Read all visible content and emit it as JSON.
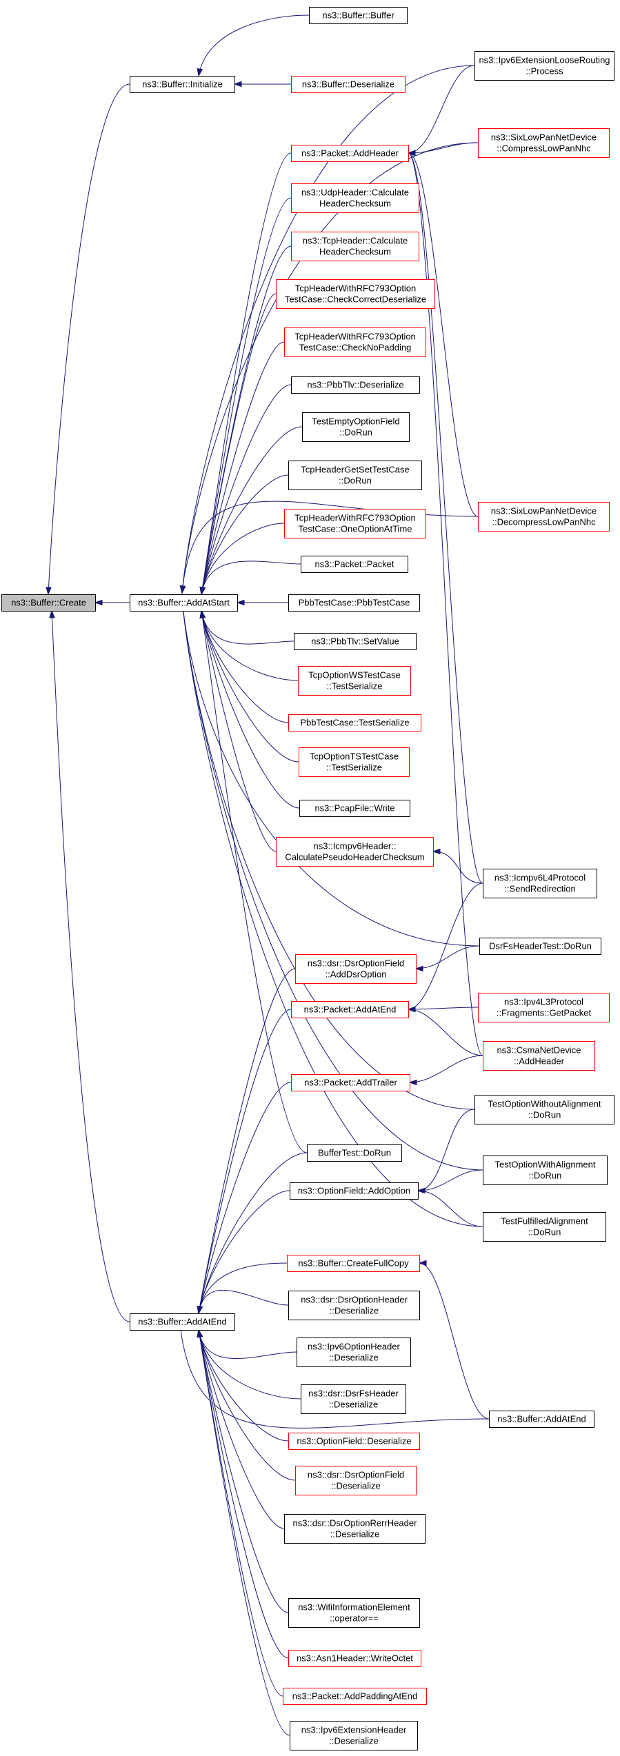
{
  "colors": {
    "edge": "#191970",
    "root_fill": "#bfbfbf",
    "normal_border": "#000000",
    "link_border": "#ff0000"
  },
  "nodes": {
    "create": {
      "lines": [
        "ns3::Buffer::Create"
      ],
      "style": "root"
    },
    "initialize": {
      "lines": [
        "ns3::Buffer::Initialize"
      ],
      "style": "normal"
    },
    "addatstart": {
      "lines": [
        "ns3::Buffer::AddAtStart"
      ],
      "style": "normal"
    },
    "addatend": {
      "lines": [
        "ns3::Buffer::AddAtEnd"
      ],
      "style": "normal"
    },
    "buffer_ctor": {
      "lines": [
        "ns3::Buffer::Buffer"
      ],
      "style": "normal"
    },
    "buffer_deserialize": {
      "lines": [
        "ns3::Buffer::Deserialize"
      ],
      "style": "link"
    },
    "packet_addheader": {
      "lines": [
        "ns3::Packet::AddHeader"
      ],
      "style": "link"
    },
    "udp_checksum": {
      "lines": [
        "ns3::UdpHeader::Calculate",
        "HeaderChecksum"
      ],
      "style": "link"
    },
    "tcp_checksum": {
      "lines": [
        "ns3::TcpHeader::Calculate",
        "HeaderChecksum"
      ],
      "style": "link"
    },
    "rfc_correct": {
      "lines": [
        "TcpHeaderWithRFC793Option",
        "TestCase::CheckCorrectDeserialize"
      ],
      "style": "link"
    },
    "rfc_nopadding": {
      "lines": [
        "TcpHeaderWithRFC793Option",
        "TestCase::CheckNoPadding"
      ],
      "style": "link"
    },
    "pbbtlv_deserialize": {
      "lines": [
        "ns3::PbbTlv::Deserialize"
      ],
      "style": "normal"
    },
    "testempty": {
      "lines": [
        "TestEmptyOptionField",
        "::DoRun"
      ],
      "style": "normal"
    },
    "tcpgetset": {
      "lines": [
        "TcpHeaderGetSetTestCase",
        "::DoRun"
      ],
      "style": "normal"
    },
    "rfc_oneoption": {
      "lines": [
        "TcpHeaderWithRFC793Option",
        "TestCase::OneOptionAtTime"
      ],
      "style": "link"
    },
    "packet_ctor": {
      "lines": [
        "ns3::Packet::Packet"
      ],
      "style": "normal"
    },
    "pbbtestcase_ctor": {
      "lines": [
        "PbbTestCase::PbbTestCase"
      ],
      "style": "normal"
    },
    "pbbtlv_setvalue": {
      "lines": [
        "ns3::PbbTlv::SetValue"
      ],
      "style": "normal"
    },
    "tcpws": {
      "lines": [
        "TcpOptionWSTestCase",
        "::TestSerialize"
      ],
      "style": "link"
    },
    "pbb_testserialize": {
      "lines": [
        "PbbTestCase::TestSerialize"
      ],
      "style": "link"
    },
    "tcpts": {
      "lines": [
        "TcpOptionTSTestCase",
        "::TestSerialize"
      ],
      "style": "link"
    },
    "pcap_write": {
      "lines": [
        "ns3::PcapFile::Write"
      ],
      "style": "normal"
    },
    "icmpv6_pseudo": {
      "lines": [
        "ns3::Icmpv6Header::",
        "CalculatePseudoHeaderChecksum"
      ],
      "style": "link"
    },
    "dsr_adddsroption": {
      "lines": [
        "ns3::dsr::DsrOptionField",
        "::AddDsrOption"
      ],
      "style": "link"
    },
    "packet_addatend": {
      "lines": [
        "ns3::Packet::AddAtEnd"
      ],
      "style": "link"
    },
    "packet_addtrailer": {
      "lines": [
        "ns3::Packet::AddTrailer"
      ],
      "style": "link"
    },
    "buffertest": {
      "lines": [
        "BufferTest::DoRun"
      ],
      "style": "normal"
    },
    "optionfield_addoption": {
      "lines": [
        "ns3::OptionField::AddOption"
      ],
      "style": "normal"
    },
    "createfullcopy": {
      "lines": [
        "ns3::Buffer::CreateFullCopy"
      ],
      "style": "link"
    },
    "dsr_optionheader_deser": {
      "lines": [
        "ns3::dsr::DsrOptionHeader",
        "::Deserialize"
      ],
      "style": "normal"
    },
    "ipv6option_deser": {
      "lines": [
        "ns3::Ipv6OptionHeader",
        "::Deserialize"
      ],
      "style": "normal"
    },
    "dsrfs_deser": {
      "lines": [
        "ns3::dsr::DsrFsHeader",
        "::Deserialize"
      ],
      "style": "normal"
    },
    "optionfield_deser": {
      "lines": [
        "ns3::OptionField::Deserialize"
      ],
      "style": "link"
    },
    "dsroptionfield_deser": {
      "lines": [
        "ns3::dsr::DsrOptionField",
        "::Deserialize"
      ],
      "style": "link"
    },
    "dsrrerr_deser": {
      "lines": [
        "ns3::dsr::DsrOptionRerrHeader",
        "::Deserialize"
      ],
      "style": "normal"
    },
    "wifi_operator": {
      "lines": [
        "ns3::WifiInformationElement",
        "::operator=="
      ],
      "style": "normal"
    },
    "asn1_writeoctet": {
      "lines": [
        "ns3::Asn1Header::WriteOctet"
      ],
      "style": "link"
    },
    "packet_addpadding": {
      "lines": [
        "ns3::Packet::AddPaddingAtEnd"
      ],
      "style": "link"
    },
    "ipv6ext_deser": {
      "lines": [
        "ns3::Ipv6ExtensionHeader",
        "::Deserialize"
      ],
      "style": "normal"
    },
    "ipv6loose": {
      "lines": [
        "ns3::Ipv6ExtensionLooseRouting",
        "::Process"
      ],
      "style": "normal"
    },
    "sixlowpan_compress": {
      "lines": [
        "ns3::SixLowPanNetDevice",
        "::CompressLowPanNhc"
      ],
      "style": "link"
    },
    "sixlowpan_decompress": {
      "lines": [
        "ns3::SixLowPanNetDevice",
        "::DecompressLowPanNhc"
      ],
      "style": "link"
    },
    "icmpv6l4_redirect": {
      "lines": [
        "ns3::Icmpv6L4Protocol",
        "::SendRedirection"
      ],
      "style": "normal"
    },
    "dsrfstest": {
      "lines": [
        "DsrFsHeaderTest::DoRun"
      ],
      "style": "normal"
    },
    "ipv4l3_getpacket": {
      "lines": [
        "ns3::Ipv4L3Protocol",
        "::Fragments::GetPacket"
      ],
      "style": "link"
    },
    "csma_addheader": {
      "lines": [
        "ns3::CsmaNetDevice",
        "::AddHeader"
      ],
      "style": "link"
    },
    "test_without_align": {
      "lines": [
        "TestOptionWithoutAlignment",
        "::DoRun"
      ],
      "style": "normal"
    },
    "test_with_align": {
      "lines": [
        "TestOptionWithAlignment",
        "::DoRun"
      ],
      "style": "normal"
    },
    "test_fulfilled": {
      "lines": [
        "TestFulfilledAlignment",
        "::DoRun"
      ],
      "style": "normal"
    },
    "buffer_addatend2": {
      "lines": [
        "ns3::Buffer::AddAtEnd"
      ],
      "style": "normal"
    }
  },
  "edges": [
    [
      "initialize",
      "create"
    ],
    [
      "addatstart",
      "create"
    ],
    [
      "addatend",
      "create"
    ],
    [
      "buffer_ctor",
      "initialize"
    ],
    [
      "buffer_deserialize",
      "initialize"
    ],
    [
      "packet_addheader",
      "addatstart"
    ],
    [
      "udp_checksum",
      "addatstart"
    ],
    [
      "tcp_checksum",
      "addatstart"
    ],
    [
      "rfc_correct",
      "addatstart"
    ],
    [
      "rfc_nopadding",
      "addatstart"
    ],
    [
      "pbbtlv_deserialize",
      "addatstart"
    ],
    [
      "testempty",
      "addatstart"
    ],
    [
      "tcpgetset",
      "addatstart"
    ],
    [
      "rfc_oneoption",
      "addatstart"
    ],
    [
      "packet_ctor",
      "addatstart"
    ],
    [
      "pbbtestcase_ctor",
      "addatstart"
    ],
    [
      "pbbtlv_setvalue",
      "addatstart"
    ],
    [
      "tcpws",
      "addatstart"
    ],
    [
      "pbb_testserialize",
      "addatstart"
    ],
    [
      "tcpts",
      "addatstart"
    ],
    [
      "pcap_write",
      "addatstart"
    ],
    [
      "icmpv6_pseudo",
      "addatstart"
    ],
    [
      "ipv6loose",
      "addatstart"
    ],
    [
      "sixlowpan_compress",
      "addatstart"
    ],
    [
      "sixlowpan_decompress",
      "addatstart"
    ],
    [
      "dsrfstest",
      "addatstart"
    ],
    [
      "test_without_align",
      "addatstart"
    ],
    [
      "test_with_align",
      "addatstart"
    ],
    [
      "test_fulfilled",
      "addatstart"
    ],
    [
      "buffertest",
      "addatstart"
    ],
    [
      "ipv6loose",
      "packet_addheader"
    ],
    [
      "sixlowpan_compress",
      "packet_addheader"
    ],
    [
      "sixlowpan_decompress",
      "packet_addheader"
    ],
    [
      "icmpv6l4_redirect",
      "packet_addheader"
    ],
    [
      "csma_addheader",
      "packet_addheader"
    ],
    [
      "icmpv6l4_redirect",
      "icmpv6_pseudo"
    ],
    [
      "dsrfstest",
      "dsr_adddsroption"
    ],
    [
      "icmpv6l4_redirect",
      "packet_addatend"
    ],
    [
      "ipv4l3_getpacket",
      "packet_addatend"
    ],
    [
      "csma_addheader",
      "packet_addatend"
    ],
    [
      "csma_addheader",
      "packet_addtrailer"
    ],
    [
      "test_without_align",
      "optionfield_addoption"
    ],
    [
      "test_with_align",
      "optionfield_addoption"
    ],
    [
      "test_fulfilled",
      "optionfield_addoption"
    ],
    [
      "buffer_addatend2",
      "createfullcopy"
    ],
    [
      "dsr_adddsroption",
      "addatend"
    ],
    [
      "packet_addatend",
      "addatend"
    ],
    [
      "packet_addtrailer",
      "addatend"
    ],
    [
      "buffertest",
      "addatend"
    ],
    [
      "optionfield_addoption",
      "addatend"
    ],
    [
      "createfullcopy",
      "addatend"
    ],
    [
      "dsr_optionheader_deser",
      "addatend"
    ],
    [
      "ipv6option_deser",
      "addatend"
    ],
    [
      "dsrfs_deser",
      "addatend"
    ],
    [
      "optionfield_deser",
      "addatend"
    ],
    [
      "dsroptionfield_deser",
      "addatend"
    ],
    [
      "dsrrerr_deser",
      "addatend"
    ],
    [
      "wifi_operator",
      "addatend"
    ],
    [
      "asn1_writeoctet",
      "addatend"
    ],
    [
      "packet_addpadding",
      "addatend"
    ],
    [
      "ipv6ext_deser",
      "addatend"
    ],
    [
      "buffer_addatend2",
      "addatend"
    ]
  ]
}
